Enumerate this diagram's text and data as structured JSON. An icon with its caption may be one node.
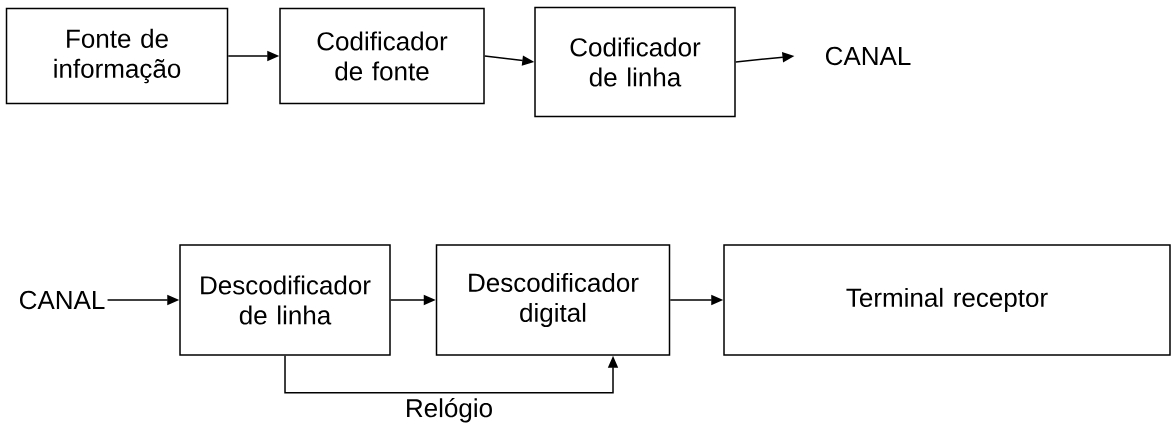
{
  "diagram": {
    "nodes": [
      {
        "text": [
          "Fonte de informação"
        ]
      },
      {
        "text": [
          "Codificador de fonte"
        ]
      },
      {
        "text": [
          "Codificador de linha"
        ]
      },
      {
        "text": [
          "CANAL"
        ]
      },
      {
        "text": [
          "CANAL"
        ]
      },
      {
        "text": [
          "Descodificador de linha"
        ]
      },
      {
        "text": [
          "Descodificador digital"
        ]
      },
      {
        "text": [
          "Terminal receptor"
        ]
      }
    ],
    "edges": [
      {
        "from": 0,
        "to": 1,
        "arrow": "to"
      },
      {
        "from": 1,
        "to": 2,
        "arrow": "to"
      },
      {
        "from": 2,
        "to": 3,
        "arrow": "to"
      },
      {
        "from": 4,
        "to": 5,
        "arrow": "to"
      },
      {
        "from": 5,
        "to": 6,
        "arrow": "to"
      },
      {
        "from": 6,
        "to": 7,
        "arrow": "to"
      },
      {
        "from": 5,
        "to": 6,
        "arrow": "to",
        "label": "Relógio"
      }
    ]
  }
}
